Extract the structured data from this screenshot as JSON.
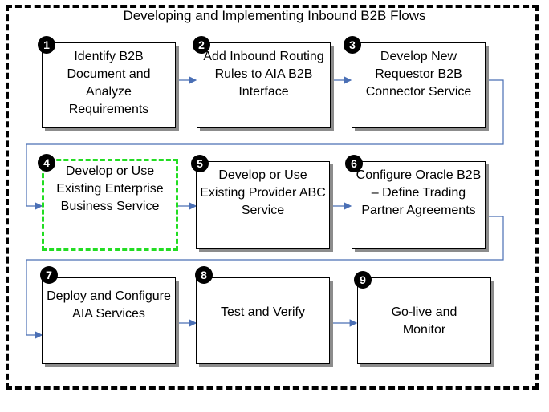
{
  "title": "Developing and Implementing Inbound  B2B Flows",
  "steps": [
    {
      "number": "1",
      "label": "Identify B2B Document and Analyze Requirements"
    },
    {
      "number": "2",
      "label": "Add Inbound Routing Rules to AIA B2B Interface"
    },
    {
      "number": "3",
      "label": "Develop New Requestor B2B Connector Service"
    },
    {
      "number": "4",
      "label": "Develop or Use Existing Enterprise Business Service",
      "highlighted": true
    },
    {
      "number": "5",
      "label": "Develop or Use Existing Provider ABC Service"
    },
    {
      "number": "6",
      "label": "Configure Oracle B2B – Define Trading Partner Agreements"
    },
    {
      "number": "7",
      "label": "Deploy and Configure AIA Services"
    },
    {
      "number": "8",
      "label": "Test and Verify"
    },
    {
      "number": "9",
      "label": "Go-live and Monitor"
    }
  ],
  "colors": {
    "connector": "#4a6fb5",
    "highlight_border": "#22dd22",
    "shadow": "#8c8c8c"
  }
}
